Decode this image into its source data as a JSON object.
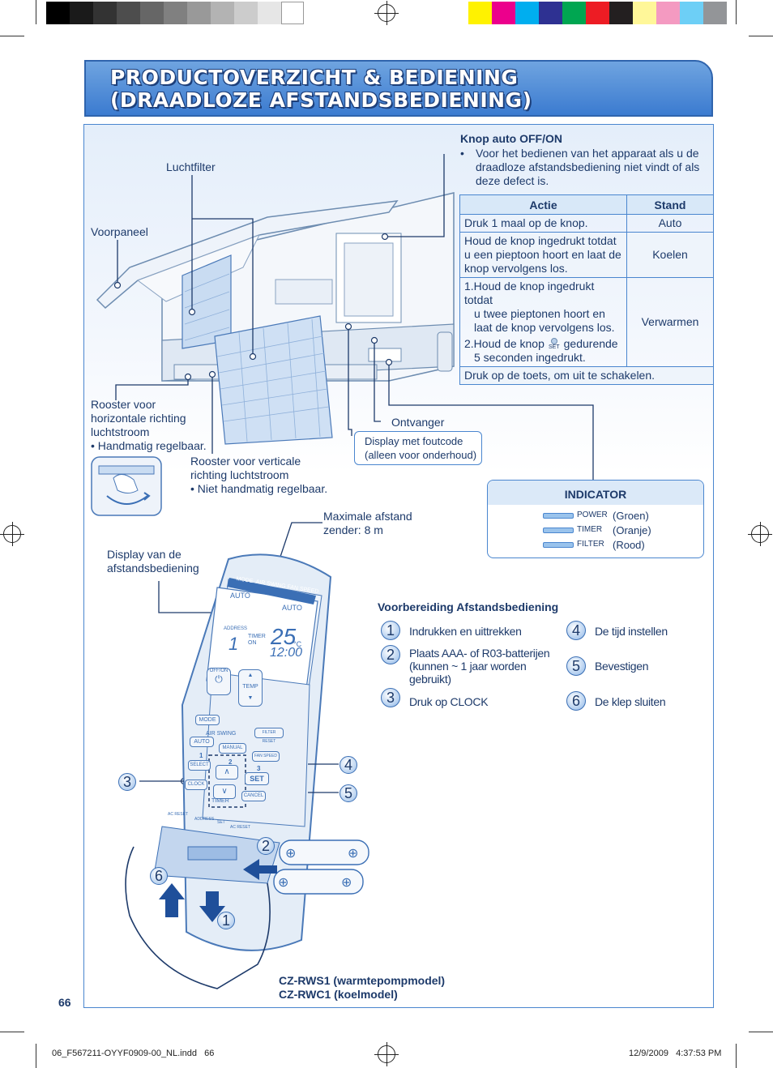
{
  "header": {
    "title_line1": "PRODUCTOVERZICHT & BEDIENING",
    "title_line2": "(DRAADLOZE AFSTANDSBEDIENING)"
  },
  "colors": {
    "gray_swatches": [
      "#000000",
      "#1a1a1a",
      "#333333",
      "#4d4d4d",
      "#666666",
      "#808080",
      "#999999",
      "#b3b3b3",
      "#cccccc",
      "#e6e6e6",
      "#ffffff"
    ],
    "color_swatches": [
      "#fff200",
      "#ec008c",
      "#00aeef",
      "#2e3192",
      "#00a651",
      "#ed1c24",
      "#231f20",
      "#fff799",
      "#f49ac1",
      "#6dcff6",
      "#939598"
    ],
    "brand_blue": "#3b7bd0"
  },
  "unit_labels": {
    "luchtfilter": "Luchtfilter",
    "voorpaneel": "Voorpaneel",
    "rooster_h_1": "Rooster voor",
    "rooster_h_2": "horizontale richting",
    "rooster_h_3": "luchtstroom",
    "rooster_h_4": "• Handmatig regelbaar.",
    "rooster_v_1": "Rooster voor verticale",
    "rooster_v_2": "richting luchtstroom",
    "rooster_v_3": "• Niet handmatig regelbaar.",
    "ontvanger": "Ontvanger",
    "display_foutcode_1": "Display met foutcode",
    "display_foutcode_2": "(alleen voor onderhoud)"
  },
  "auto_button": {
    "title": "Knop auto OFF/ON",
    "bullet": "•",
    "desc_1": "Voor het bedienen van het apparaat als u de",
    "desc_2": "draadloze afstandsbediening niet vindt of als",
    "desc_3": "deze defect is."
  },
  "table": {
    "col_actie": "Actie",
    "col_stand": "Stand",
    "r1_actie": "Druk 1 maal op de knop.",
    "r1_stand": "Auto",
    "r2_actie_1": "Houd de knop ingedrukt totdat",
    "r2_actie_2": "u een pieptoon hoort en laat de",
    "r2_actie_3": "knop vervolgens los.",
    "r2_stand": "Koelen",
    "r3_actie_1": "1.Houd de knop ingedrukt totdat",
    "r3_actie_2": "u twee pieptonen hoort en",
    "r3_actie_3": "laat de knop vervolgens los.",
    "r3_actie_4a": "2.Houd de knop",
    "r3_set": "SET",
    "r3_actie_4b": "gedurende",
    "r3_actie_5": "5 seconden ingedrukt.",
    "r3_stand": "Verwarmen",
    "r4_actie": "Druk op de toets, om uit te schakelen."
  },
  "indicator": {
    "title": "INDICATOR",
    "power": "POWER",
    "timer": "TIMER",
    "filter": "FILTER",
    "power_color": "(Groen)",
    "timer_color": "(Oranje)",
    "filter_color": "(Rood)"
  },
  "remote_labels": {
    "max_afstand_1": "Maximale afstand",
    "max_afstand_2": "zender: 8 m",
    "display_1": "Display van de",
    "display_2": "afstandsbediening"
  },
  "remote": {
    "strip": "MODE  AIR SWING FAN SPEED",
    "auto_left": "AUTO",
    "auto_right": "AUTO",
    "address": "ADDRESS",
    "timer_on_1": "TIMER",
    "timer_on_2": "ON",
    "digit": "1",
    "temp": "25",
    "deg": "°C",
    "clock": "12:00",
    "offon": "OFF/ON",
    "temp_btn": "TEMP",
    "mode": "MODE",
    "air_swing": "AIR SWING",
    "filter_reset": "FILTER RESET",
    "auto": "AUTO",
    "manual": "MANUAL",
    "fan_speed": "FAN SPEED",
    "n1": "1",
    "n2": "2",
    "n3": "3",
    "select": "SELECT",
    "set": "SET",
    "clock_btn": "CLOCK",
    "timer": "TIMER",
    "cancel": "CANCEL",
    "ac_reset_l": "AC RESET",
    "address_btm": "ADDRESS",
    "set_btm": "SET",
    "ac_reset_r": "AC RESET"
  },
  "steps": {
    "title": "Voorbereiding Afstandsbediening",
    "items": [
      {
        "num": "1",
        "l1": "Indrukken en uittrekken",
        "l2": "",
        "l3": ""
      },
      {
        "num": "2",
        "l1": "Plaats AAA- of R03-batterijen",
        "l2": "(kunnen ~ 1 jaar worden",
        "l3": "gebruikt)"
      },
      {
        "num": "3",
        "l1": "Druk op CLOCK",
        "l2": "",
        "l3": ""
      },
      {
        "num": "4",
        "l1": "De tijd instellen",
        "l2": "",
        "l3": ""
      },
      {
        "num": "5",
        "l1": "Bevestigen",
        "l2": "",
        "l3": ""
      },
      {
        "num": "6",
        "l1": "De klep sluiten",
        "l2": "",
        "l3": ""
      }
    ]
  },
  "markers": {
    "m1": "1",
    "m2": "2",
    "m3": "3",
    "m4": "4",
    "m5": "5",
    "m6": "6"
  },
  "models": {
    "line1": "CZ-RWS1 (warmtepompmodel)",
    "line2": "CZ-RWC1 (koelmodel)"
  },
  "footer": {
    "page": "66",
    "file": "06_F567211-OYYF0909-00_NL.indd   66",
    "date": "12/9/2009   4:37:53 PM"
  }
}
